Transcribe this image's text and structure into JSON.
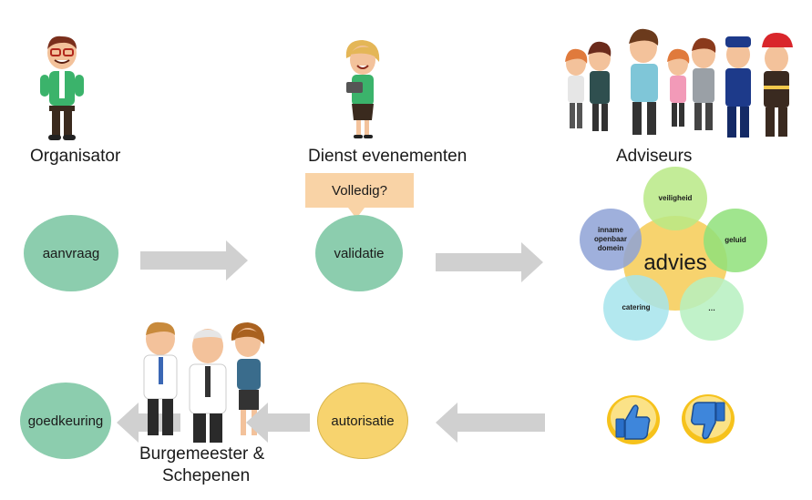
{
  "roles": {
    "organisator": "Organisator",
    "dienst": "Dienst evenementen",
    "adviseurs": "Adviseurs",
    "burgemeester_line1": "Burgemeester &",
    "burgemeester_line2": "Schepenen"
  },
  "callout": {
    "text": "Volledig?"
  },
  "nodes": {
    "aanvraag": "aanvraag",
    "validatie": "validatie",
    "autorisatie": "autorisatie",
    "goedkeuring": "goedkeuring"
  },
  "advies": {
    "center": "advies",
    "veiligheid": "veiligheid",
    "geluid": "geluid",
    "dots": "…",
    "catering": "catering",
    "inname_line1": "inname",
    "inname_line2": "openbaar",
    "inname_line3": "domein"
  },
  "colors": {
    "green_node": "#8ccdae",
    "yellow_node": "#f7d36e",
    "arrow_gray": "#d0d0d0",
    "callout": "#f9d3a6",
    "advies_center": "#f7d36e",
    "veiligheid": "#b8e986",
    "geluid": "#8fe07a",
    "dots": "#b6f0c0",
    "catering": "#a6e4ec",
    "inname": "#8ea2d6"
  },
  "icons": [
    "organisator-figure-icon",
    "dienst-figure-icon",
    "adviseurs-group-icon",
    "burgemeester-group-icon",
    "thumbs-up-icon",
    "thumbs-down-icon"
  ]
}
